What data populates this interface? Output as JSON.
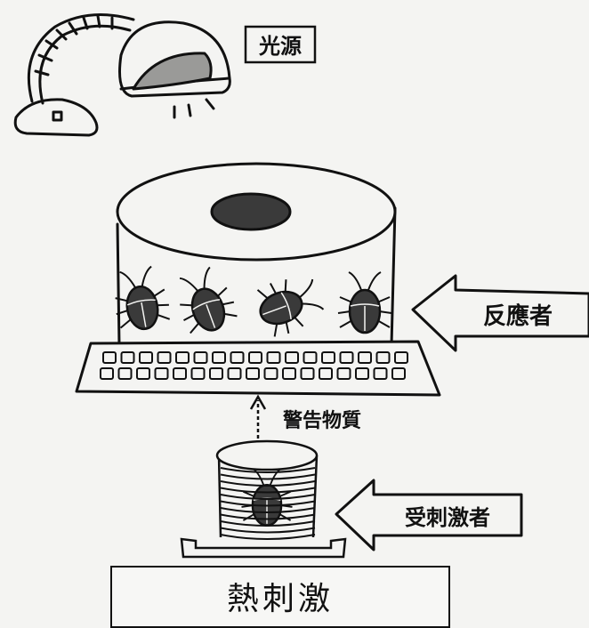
{
  "labels": {
    "light_source": "光源",
    "responder": "反應者",
    "warning_substance": "警告物質",
    "stimulated": "受刺激者",
    "heat_stimulus": "熱刺激"
  },
  "colors": {
    "ink": "#111111",
    "paper": "#f4f4f2",
    "shade": "#9a9a98",
    "insect_fill": "#3a3a3a"
  }
}
